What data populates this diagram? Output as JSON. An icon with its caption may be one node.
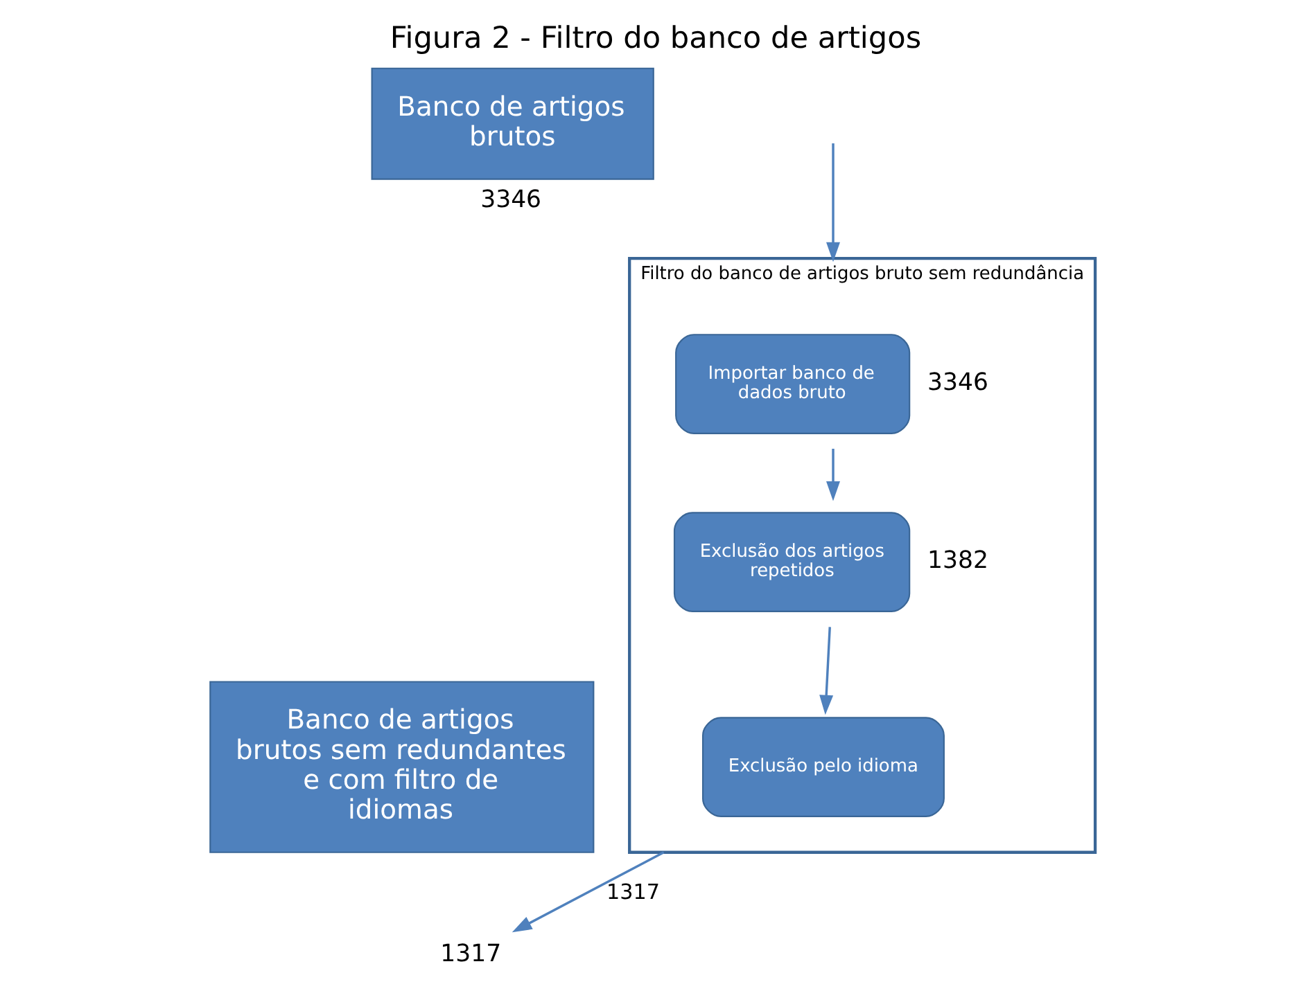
{
  "diagram": {
    "title": "Figura 2 - Filtro do banco de artigos",
    "nodes": [
      {
        "text": [
          "Filtro do banco de artigos bruto sem redundância"
        ]
      },
      {
        "text": [
          "Importar banco de dados bruto"
        ],
        "in": 0,
        "beside": [
          "3346"
        ]
      },
      {
        "text": [
          "Exclusão dos artigos repetidos"
        ],
        "in": 0,
        "beside": [
          "1382"
        ]
      },
      {
        "text": [
          "Exclusão pelo idioma"
        ],
        "in": 0
      },
      {
        "text": [
          "Banco de artigos brutos"
        ],
        "beside": [
          "3346"
        ]
      },
      {
        "text": [
          "Banco de artigos brutos sem redundantes e com filtro de idiomas"
        ]
      },
      {
        "text": [
          "1317"
        ]
      }
    ],
    "edges": [
      {
        "from": null,
        "to": 0,
        "arrow": "to"
      },
      {
        "from": 1,
        "to": 2,
        "arrow": "to"
      },
      {
        "from": 2,
        "to": 3,
        "arrow": "to"
      },
      {
        "from": 0,
        "to": 6,
        "arrow": "to",
        "label": "1317"
      }
    ]
  }
}
